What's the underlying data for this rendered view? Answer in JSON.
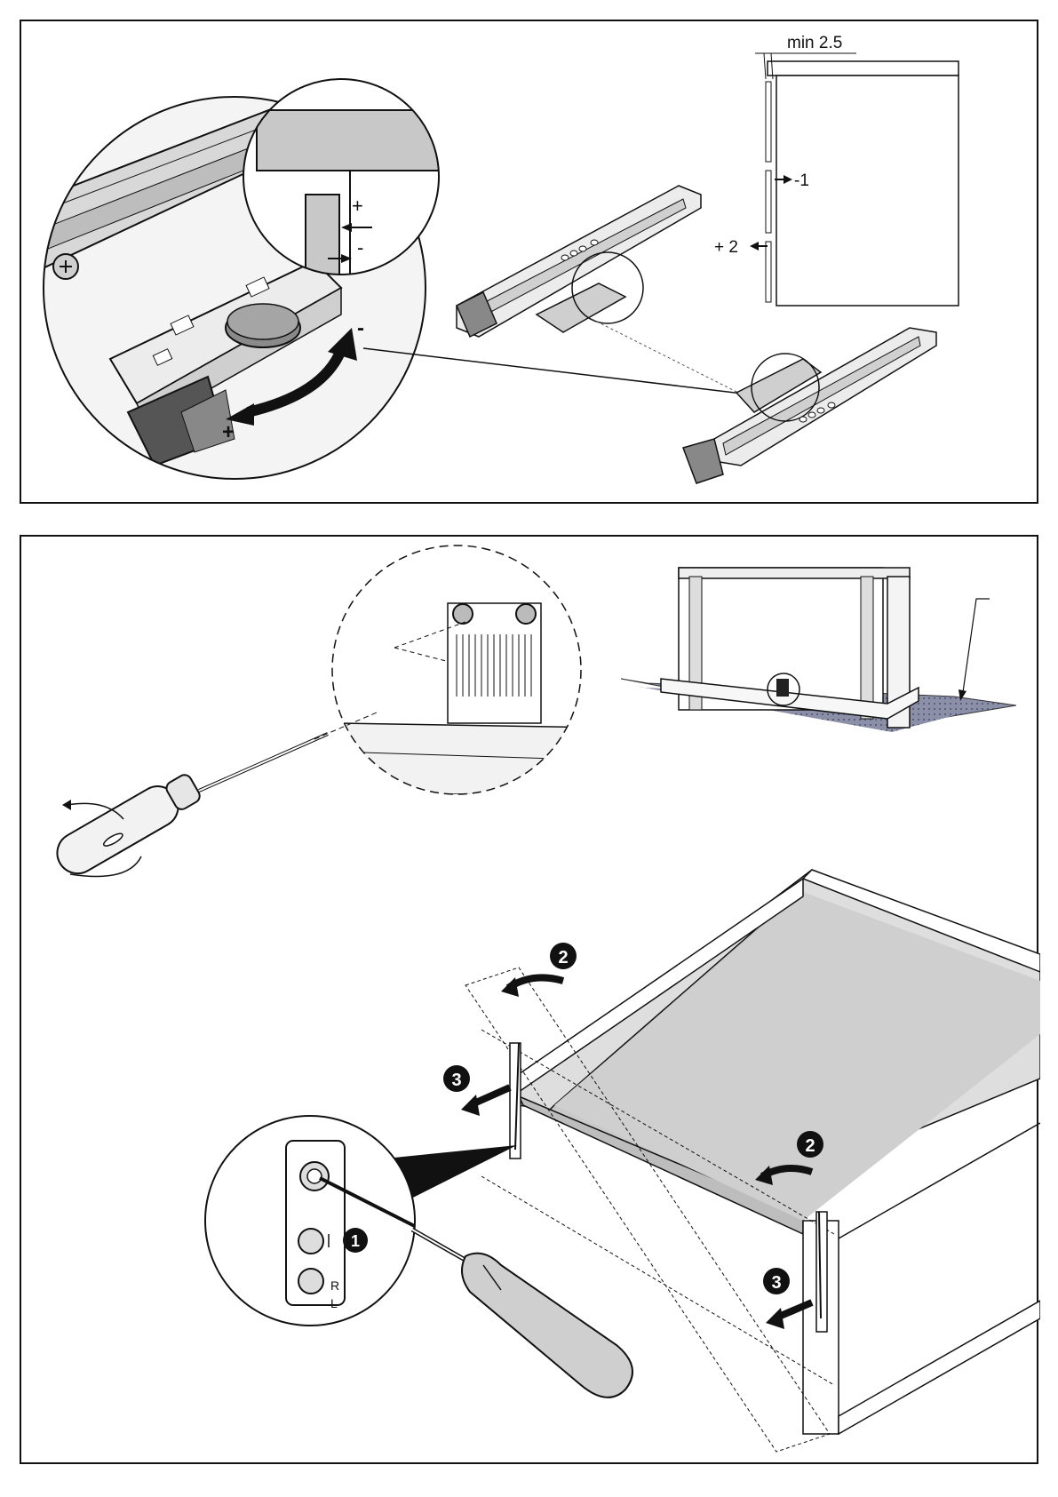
{
  "top_panel": {
    "gap_label": "min 2.5",
    "adjust_minus_one": "-1",
    "adjust_plus_two": "+ 2",
    "detail_plus": "+",
    "detail_minus": "-",
    "rotate_minus": "-",
    "rotate_plus": "+"
  },
  "bottom_panel": {
    "step_one": "1",
    "step_two": "2",
    "step_three": "3",
    "clip_label_r": "R",
    "clip_label_l": "L"
  },
  "colors": {
    "line": "#111111",
    "panel_fill": "#d9d9d9",
    "mat_fill": "#7a7f99",
    "metal": "#e8e8e8"
  }
}
